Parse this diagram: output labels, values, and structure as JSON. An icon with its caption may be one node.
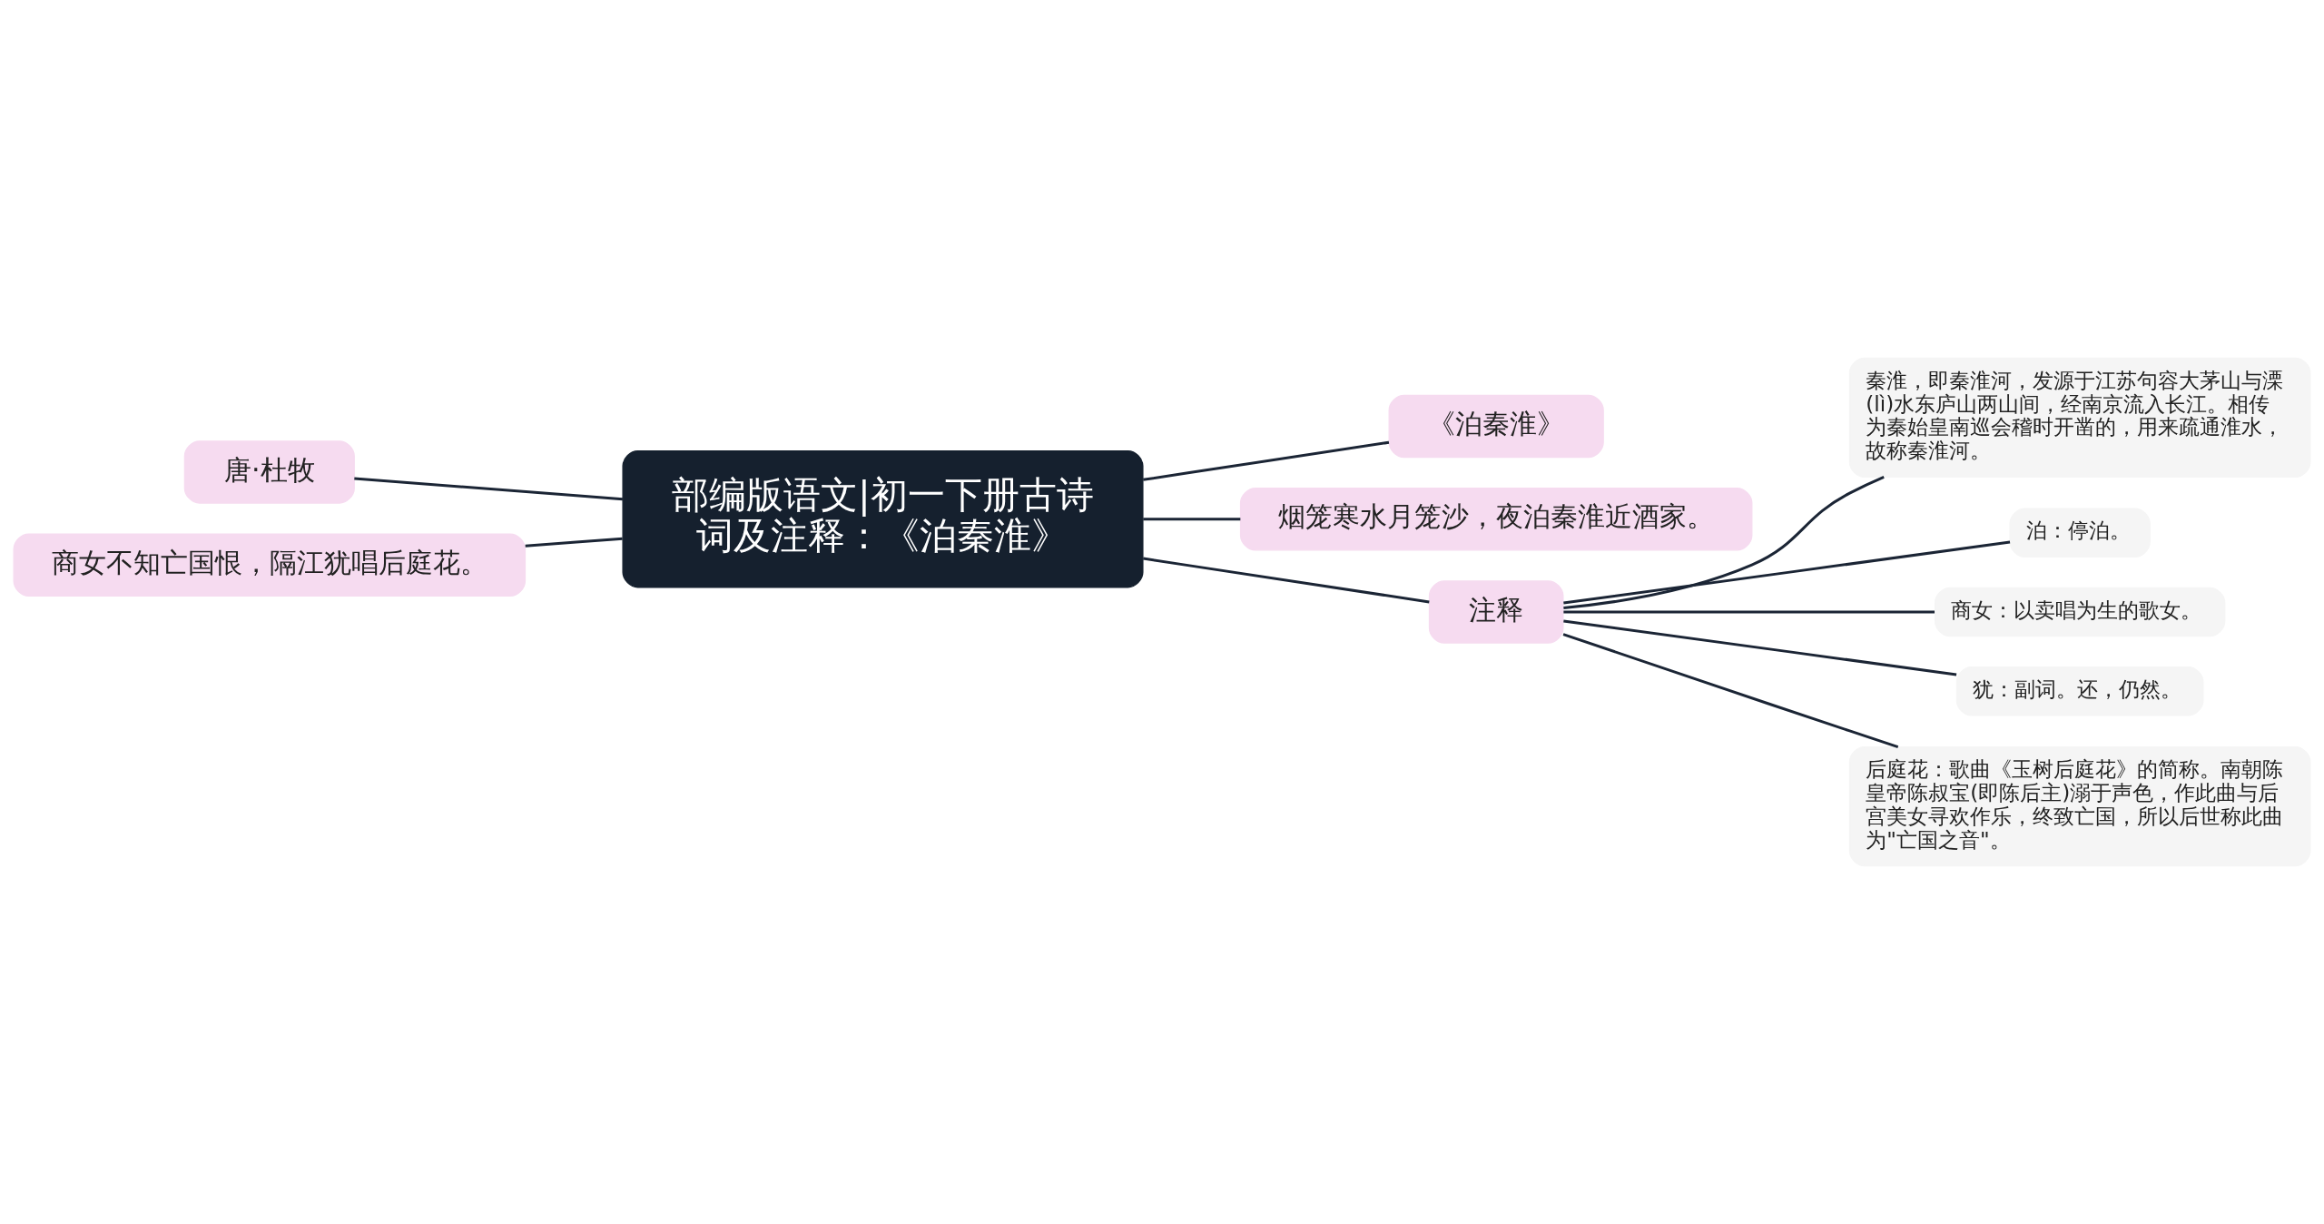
{
  "diagram": {
    "nodes": [
      {
        "text": [
          "部编版语文|初一下册古诗词及注释：《泊秦淮》"
        ]
      },
      {
        "text": [
          "《泊秦淮》"
        ]
      },
      {
        "text": [
          "烟笼寒水月笼沙，夜泊秦淮近酒家。"
        ]
      },
      {
        "text": [
          "注释"
        ]
      },
      {
        "text": [
          "唐·杜牧"
        ]
      },
      {
        "text": [
          "商女不知亡国恨，隔江犹唱后庭花。"
        ]
      },
      {
        "text": [
          "秦淮，即秦淮河，发源于江苏句容大茅山与溧(lì)水东庐山两山间，经南京流入长江。相传为秦始皇南巡会稽时开凿的，用来疏通淮水，故称秦淮河。"
        ]
      },
      {
        "text": [
          "泊：停泊。"
        ]
      },
      {
        "text": [
          "商女：以卖唱为生的歌女。"
        ]
      },
      {
        "text": [
          "犹：副词。还，仍然。"
        ]
      },
      {
        "text": [
          "后庭花：歌曲《玉树后庭花》的简称。南朝陈皇帝陈叔宝(即陈后主)溺于声色，作此曲与后宫美女寻欢作乐，终致亡国，所以后世称此曲为\"亡国之音\"。"
        ]
      }
    ],
    "edges": [
      {
        "from": 0,
        "to": 1,
        "arrow": "none"
      },
      {
        "from": 0,
        "to": 2,
        "arrow": "none"
      },
      {
        "from": 0,
        "to": 3,
        "arrow": "none"
      },
      {
        "from": 0,
        "to": 4,
        "arrow": "none"
      },
      {
        "from": 0,
        "to": 5,
        "arrow": "none"
      },
      {
        "from": 3,
        "to": 6,
        "arrow": "none"
      },
      {
        "from": 3,
        "to": 7,
        "arrow": "none"
      },
      {
        "from": 3,
        "to": 8,
        "arrow": "none"
      },
      {
        "from": 3,
        "to": 9,
        "arrow": "none"
      },
      {
        "from": 3,
        "to": 10,
        "arrow": "none"
      }
    ]
  }
}
